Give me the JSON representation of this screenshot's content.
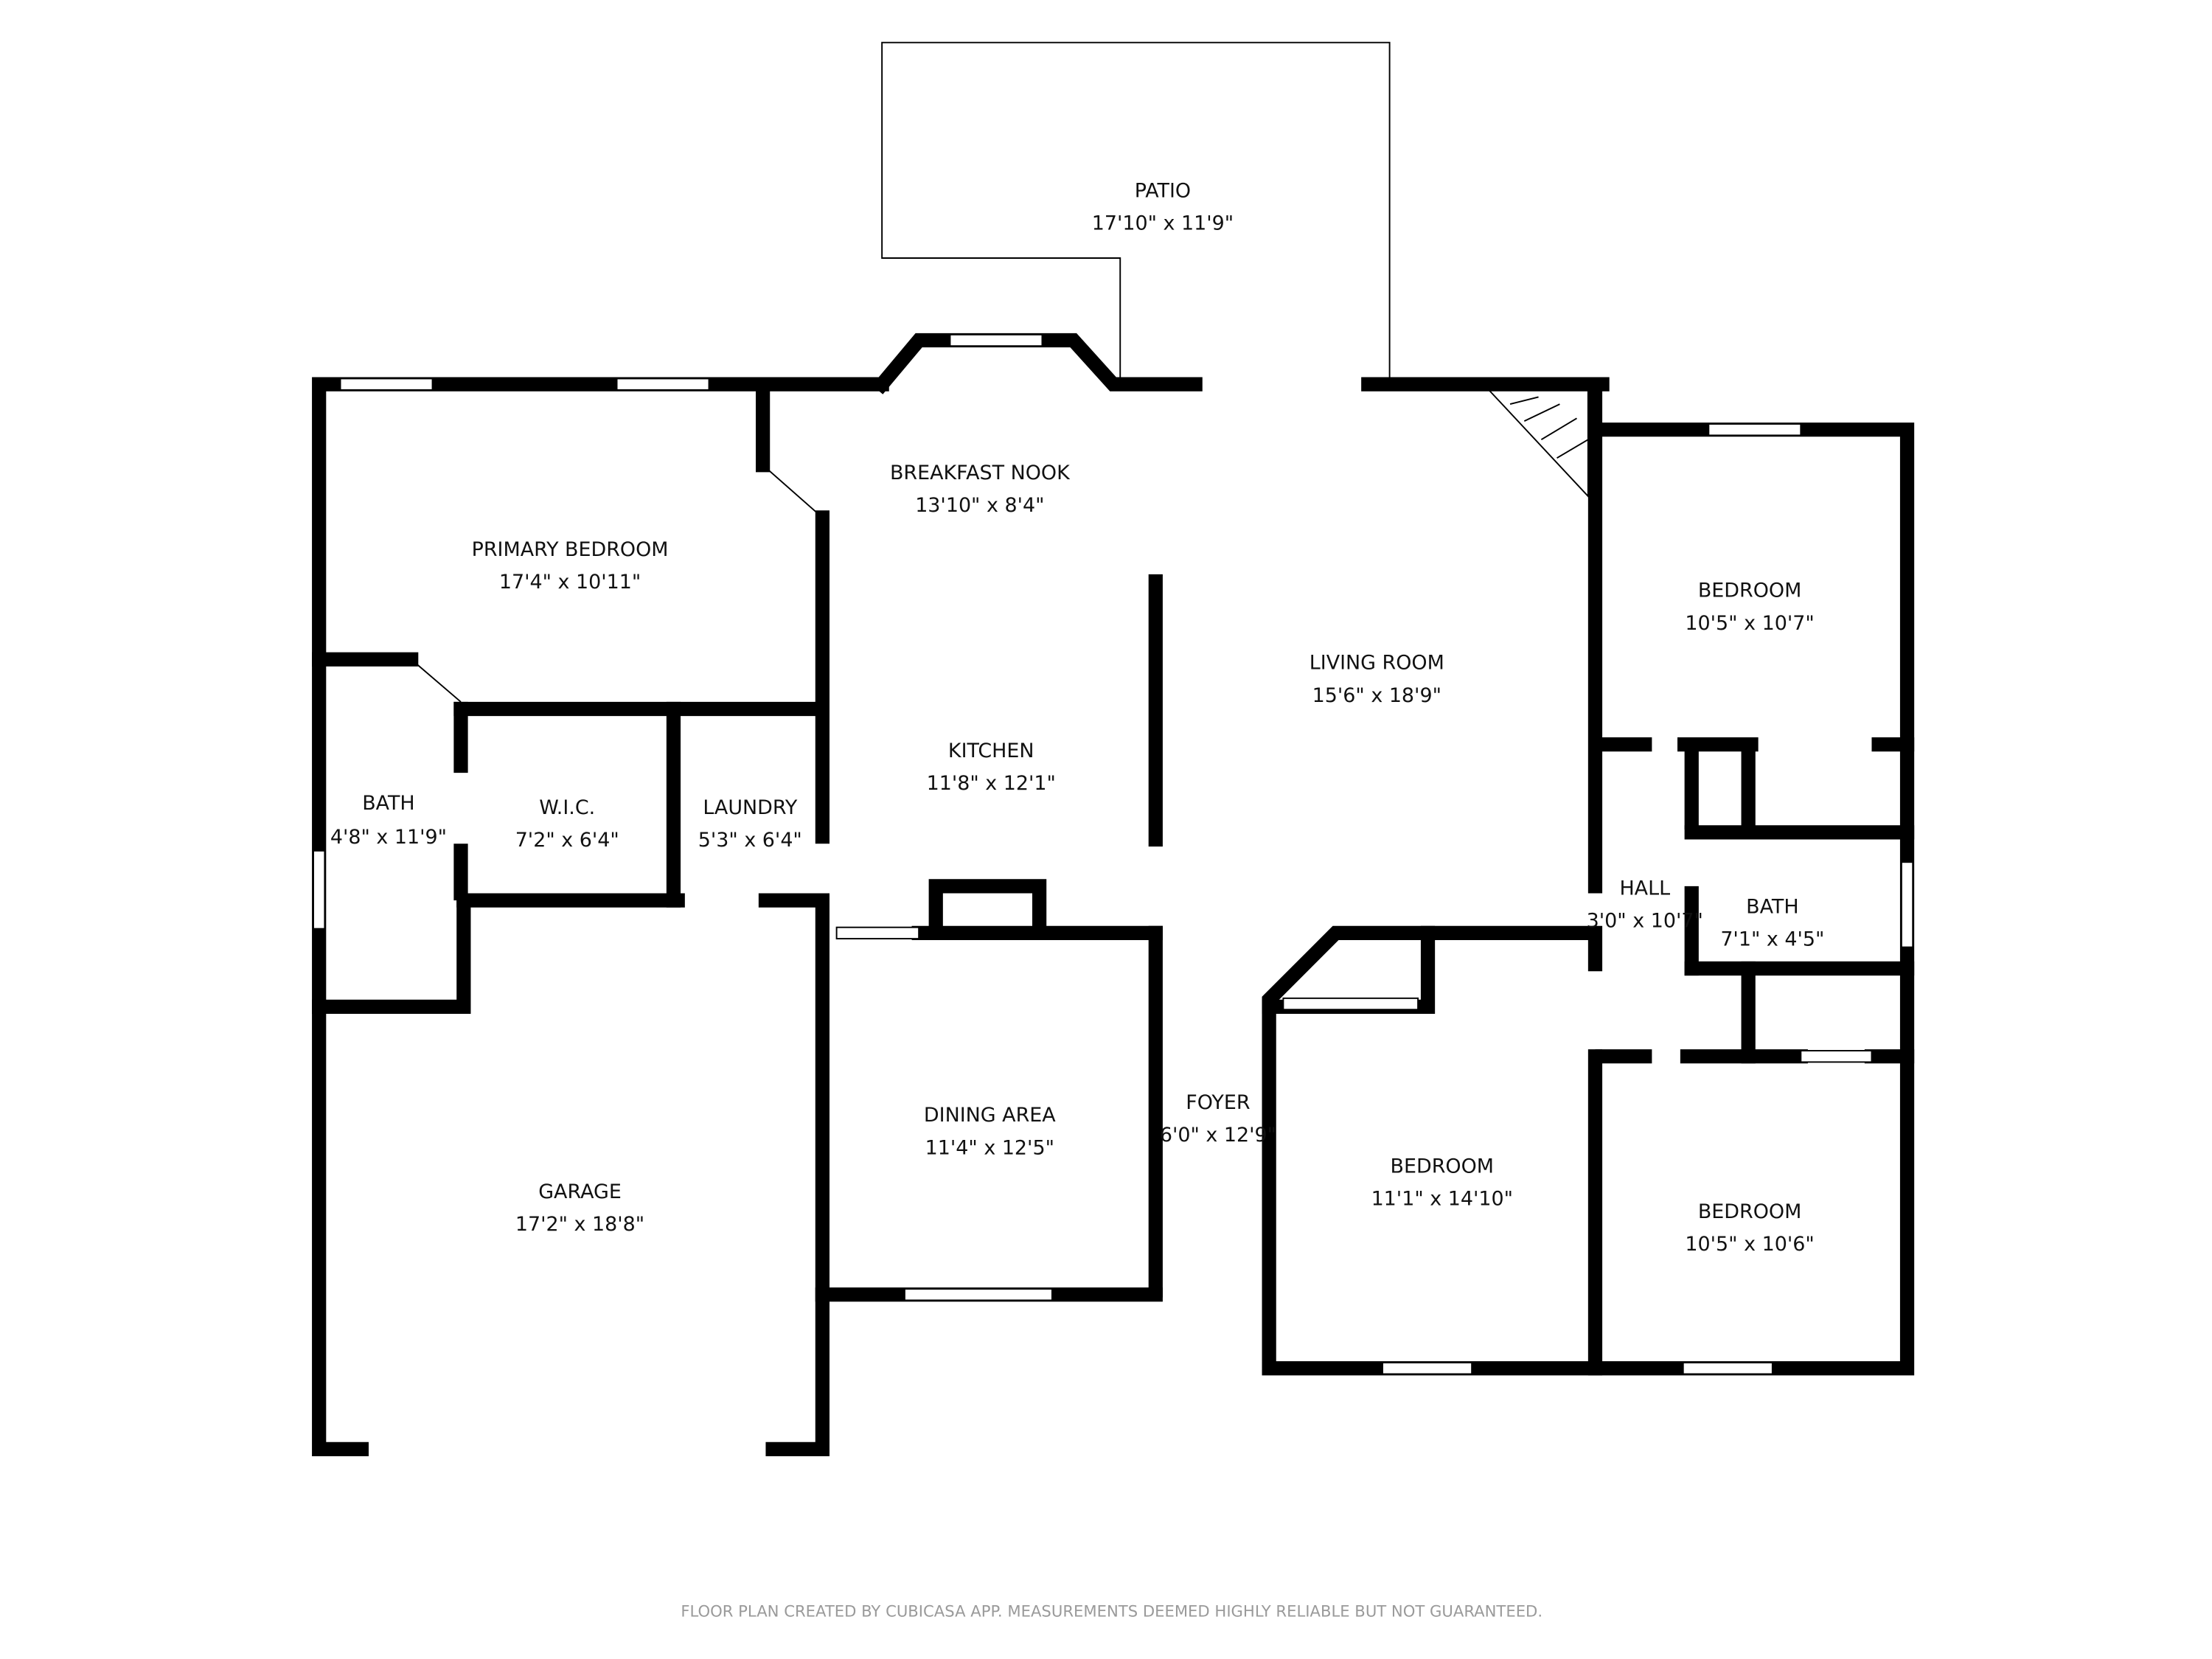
{
  "rooms": {
    "patio": {
      "name": "PATIO",
      "dims": "17'10\" x 11'9\""
    },
    "breakfast_nook": {
      "name": "BREAKFAST NOOK",
      "dims": "13'10\" x 8'4\""
    },
    "primary_bedroom": {
      "name": "PRIMARY BEDROOM",
      "dims": "17'4\" x 10'11\""
    },
    "living_room": {
      "name": "LIVING ROOM",
      "dims": "15'6\" x 18'9\""
    },
    "bedroom_ne": {
      "name": "BEDROOM",
      "dims": "10'5\" x 10'7\""
    },
    "kitchen": {
      "name": "KITCHEN",
      "dims": "11'8\" x 12'1\""
    },
    "bath_w": {
      "name": "BATH",
      "dims": "4'8\" x 11'9\""
    },
    "wic": {
      "name": "W.I.C.",
      "dims": "7'2\" x 6'4\""
    },
    "laundry": {
      "name": "LAUNDRY",
      "dims": "5'3\" x 6'4\""
    },
    "hall": {
      "name": "HALL",
      "dims": "3'0\" x 10'7\""
    },
    "bath_e": {
      "name": "BATH",
      "dims": "7'1\" x 4'5\""
    },
    "foyer": {
      "name": "FOYER",
      "dims": "6'0\" x 12'9\""
    },
    "dining_area": {
      "name": "DINING AREA",
      "dims": "11'4\" x 12'5\""
    },
    "garage": {
      "name": "GARAGE",
      "dims": "17'2\" x 18'8\""
    },
    "bedroom_s": {
      "name": "BEDROOM",
      "dims": "11'1\" x 14'10\""
    },
    "bedroom_se": {
      "name": "BEDROOM",
      "dims": "10'5\" x 10'6\""
    }
  },
  "footer": "FLOOR PLAN CREATED BY CUBICASA APP. MEASUREMENTS DEEMED HIGHLY RELIABLE BUT NOT GUARANTEED."
}
